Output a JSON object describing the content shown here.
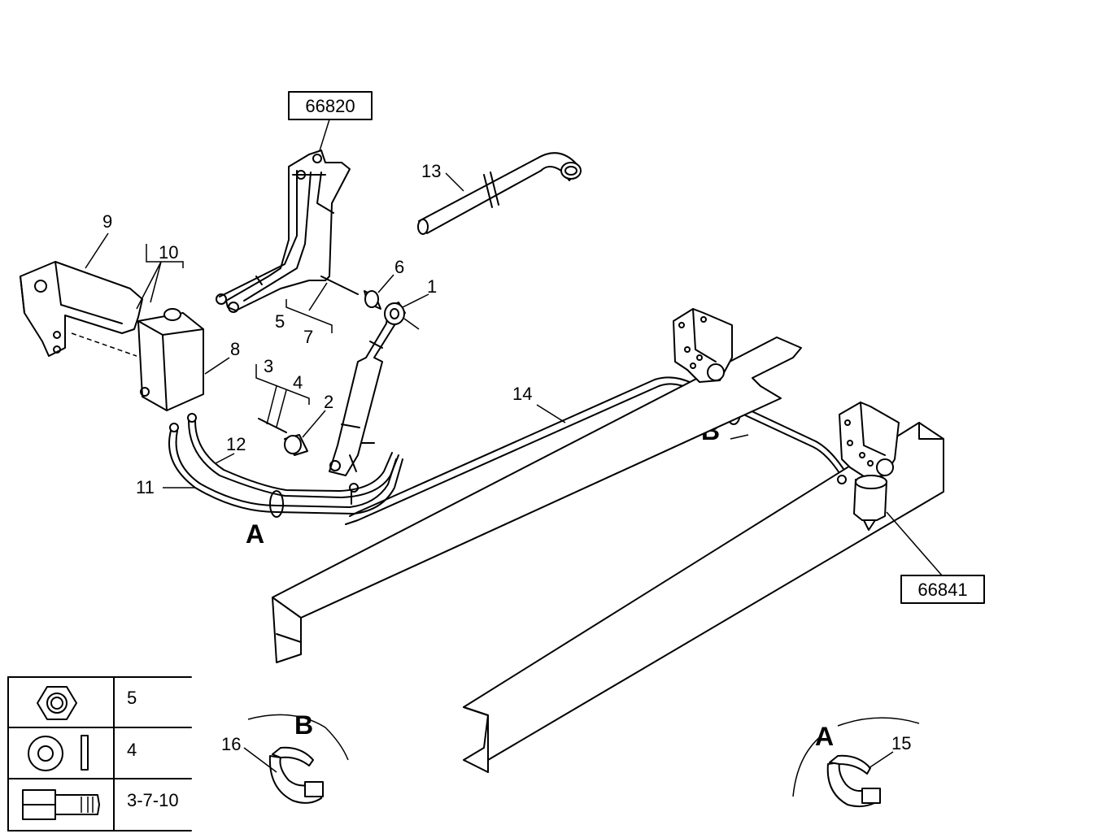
{
  "references": {
    "upper": "66820",
    "lower": "66841"
  },
  "callouts": {
    "c1": "1",
    "c2": "2",
    "c3": "3",
    "c4": "4",
    "c5": "5",
    "c6": "6",
    "c7": "7",
    "c8": "8",
    "c9": "9",
    "c10": "10",
    "c11": "11",
    "c12": "12",
    "c13": "13",
    "c14": "14",
    "c15": "15",
    "c16": "16"
  },
  "detail_markers": {
    "a_main": "A",
    "b_main": "B",
    "b_detail": "B",
    "a_detail": "A"
  },
  "legend": {
    "rows": [
      {
        "icon": "nut-icon",
        "items": "5"
      },
      {
        "icon": "washer-icon",
        "items": "4"
      },
      {
        "icon": "bolt-icon",
        "items": "3-7-10"
      }
    ]
  }
}
